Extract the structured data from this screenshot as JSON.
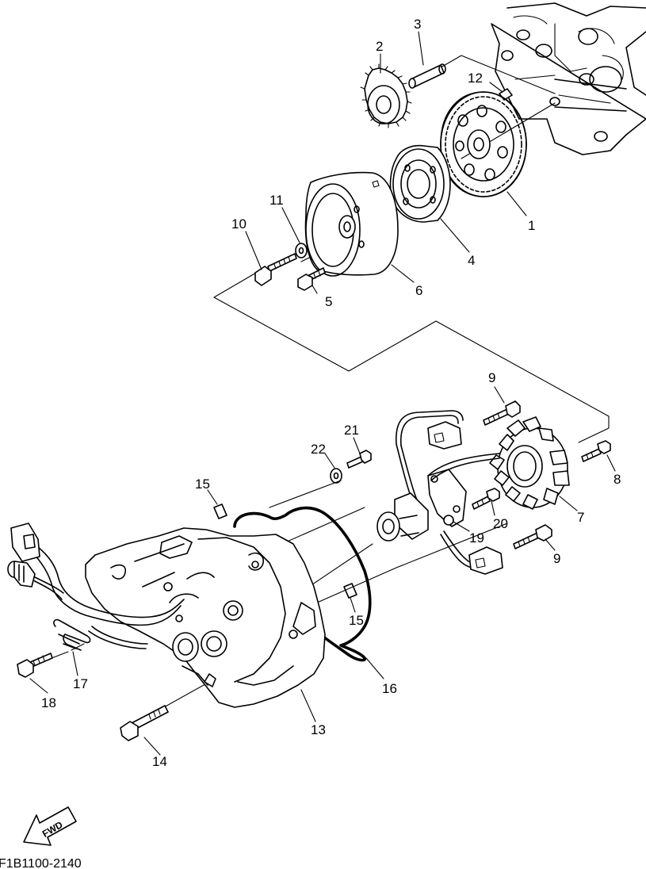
{
  "diagram": {
    "code": "F1B1100-2140",
    "direction_label": "FWD",
    "callouts": [
      "1",
      "2",
      "3",
      "4",
      "5",
      "6",
      "7",
      "8",
      "9",
      "9",
      "10",
      "11",
      "12",
      "13",
      "14",
      "15",
      "15",
      "16",
      "17",
      "18",
      "19",
      "20",
      "21",
      "22"
    ]
  }
}
